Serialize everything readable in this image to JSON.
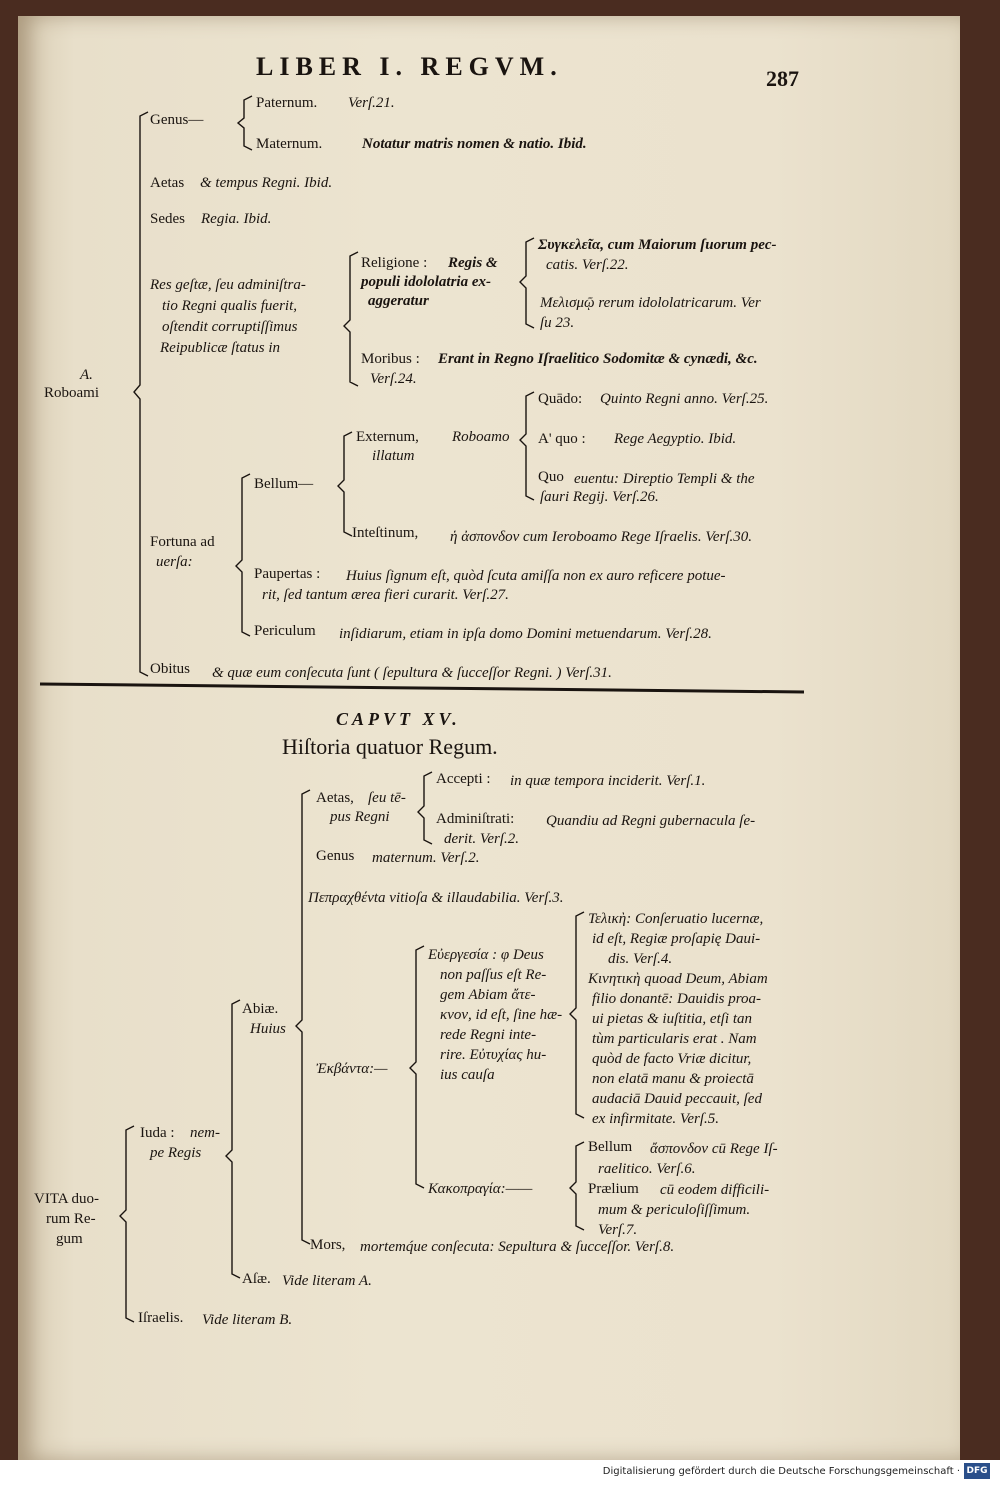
{
  "header": {
    "running_title": "LIBER I. REGVM.",
    "page_number": "287"
  },
  "roboami": {
    "root_a": "A.",
    "root": "Roboami",
    "genus": "Genus—",
    "paternum": "Paternum.",
    "paternum_ref": "Verſ.21.",
    "maternum": "Maternum.",
    "maternum_note": "Notatur matris nomen & natio. Ibid.",
    "aetas": "Aetas",
    "aetas_rest": "& tempus Regni. Ibid.",
    "sedes": "Sedes",
    "sedes_rest": "Regia. Ibid.",
    "res_1": "Res geſtæ, ſeu adminiſtra-",
    "res_2": "tio Regni qualis fuerit,",
    "res_3": "oſtendit corruptiſſimus",
    "res_4": "Reipublicæ ſtatus in",
    "religione": "Religione :",
    "religione_i1": "Regis &",
    "religione_i2": "populi idololatria ex-",
    "religione_i3": "aggeratur",
    "synkeleia_1": "Συγκελεῖα, cum Maiorum ſuorum pec-",
    "synkeleia_2": "catis. Verſ.22.",
    "meleismo_1": "Μελισμῷ rerum idololatricarum. Ver",
    "meleismo_2": "ſu 23.",
    "moribus": "Moribus :",
    "moribus_rest": "Erant in Regno Iſraelitico Sodomitæ & cynædi, &c.",
    "moribus_ref": "Verſ.24.",
    "fortuna_1": "Fortuna ad",
    "fortuna_2": "uerſa:",
    "bellum": "Bellum—",
    "externum": "Externum,",
    "externum_i1": "Roboamo",
    "externum_i2": "illatum",
    "quado": "Quādo:",
    "quado_rest": "Quinto Regni anno. Verſ.25.",
    "aquo": "A' quo :",
    "aquo_rest": "Rege Aegyptio. Ibid.",
    "quo": "Quo",
    "quo_rest": "euentu: Direptio Templi & the",
    "quo_rest2": "ſauri Regij. Verſ.26.",
    "intestinum": "Inteſtinum,",
    "intestinum_rest": "ἡ ἀσπονδον cum Ieroboamo Rege Iſraelis. Verſ.30.",
    "paupertas": "Paupertas :",
    "paupertas_1": "Huius ſignum eſt, quòd ſcuta amiſſa non ex auro reficere potue-",
    "paupertas_2": "rit, ſed tantum ærea fieri curarit. Verſ.27.",
    "periculum": "Periculum",
    "periculum_rest": "inſidiarum, etiam in ipſa domo Domini metuendarum. Verſ.28.",
    "obitus": "Obitus",
    "obitus_rest": "& quæ eum conſecuta ſunt ( ſepultura & ſucceſſor Regni. ) Verſ.31."
  },
  "chapter": {
    "caput": "CAPVT XV.",
    "title": "Hiſtoria quatuor Regum."
  },
  "quatuor": {
    "vita_1": "VITA duo-",
    "vita_2": "rum Re-",
    "vita_3": "gum",
    "iuda_1": "Iuda :",
    "iuda_1i": "nem-",
    "iuda_2": "pe Regis",
    "abiae": "Abiæ.",
    "abiae_huius": "Huius",
    "aetas_1": "Aetas,",
    "aetas_1i": "ſeu tē-",
    "aetas_2": "pus Regni",
    "accepti": "Accepti :",
    "accepti_rest": "in quæ tempora inciderit. Verſ.1.",
    "administrati": "Adminiſtrati:",
    "administrati_rest": "Quandiu ad Regni gubernacula ſe-",
    "administrati_rest2": "derit. Verſ.2.",
    "genus": "Genus",
    "genus_rest": "maternum. Verſ.2.",
    "peccata": "Πεπραχθένta vitioſa & illaudabilia. Verſ.3.",
    "exbanta": "Ἐκβάντα:—",
    "euergesia_1": "Εὐεργεσία : φ Deus",
    "euergesia_2": "non paſſus eſt Re-",
    "euergesia_3": "gem Abiam ἄτε-",
    "euergesia_4": "κνον, id eſt, ſine hæ-",
    "euergesia_5": "rede Regni inte-",
    "euergesia_6": "rire. Εὐτυχίας hu-",
    "euergesia_7": "ius cauſa",
    "teliki_1": "Τελικὴ: Conſeruatio lucernæ,",
    "teliki_2": "id eſt, Regiæ proſapię Daui-",
    "teliki_3": "dis. Verſ.4.",
    "kiniki_1": "Κινητικὴ quoad Deum, Abiam",
    "kiniki_2": "filio donantē: Dauidis proa-",
    "kiniki_3": "ui pietas & iuſtitia, etſi tan",
    "kiniki_4": "tùm particularis erat . Nam",
    "kiniki_5": "quòd de facto Vriæ dicitur,",
    "kiniki_6": "non elatā manu & proiectā",
    "kiniki_7": "audaciā Dauid peccauit, ſed",
    "kiniki_8": "ex infirmitate. Verſ.5.",
    "kakopragia": "Κακοπραγία:——",
    "bellum_1": "Bellum",
    "bellum_1i": "ἄσπονδον cū Rege Iſ-",
    "bellum_2": "raelitico. Verſ.6.",
    "proelium_1": "Prælium",
    "proelium_1i": "cū eodem difficili-",
    "proelium_2": "mum & periculoſiſſimum.",
    "proelium_3": "Verſ.7.",
    "mors": "Mors,",
    "mors_rest": "mortemq́ue conſecuta: Sepultura & ſucceſſor. Verſ.8.",
    "asae": "Aſæ.",
    "asae_rest": "Vide literam A.",
    "israelis": "Iſraelis.",
    "israelis_rest": "Vide literam B."
  },
  "footer": {
    "credit": "Digitalisierung gefördert durch die Deutsche Forschungsgemeinschaft ·",
    "badge": "DFG"
  }
}
